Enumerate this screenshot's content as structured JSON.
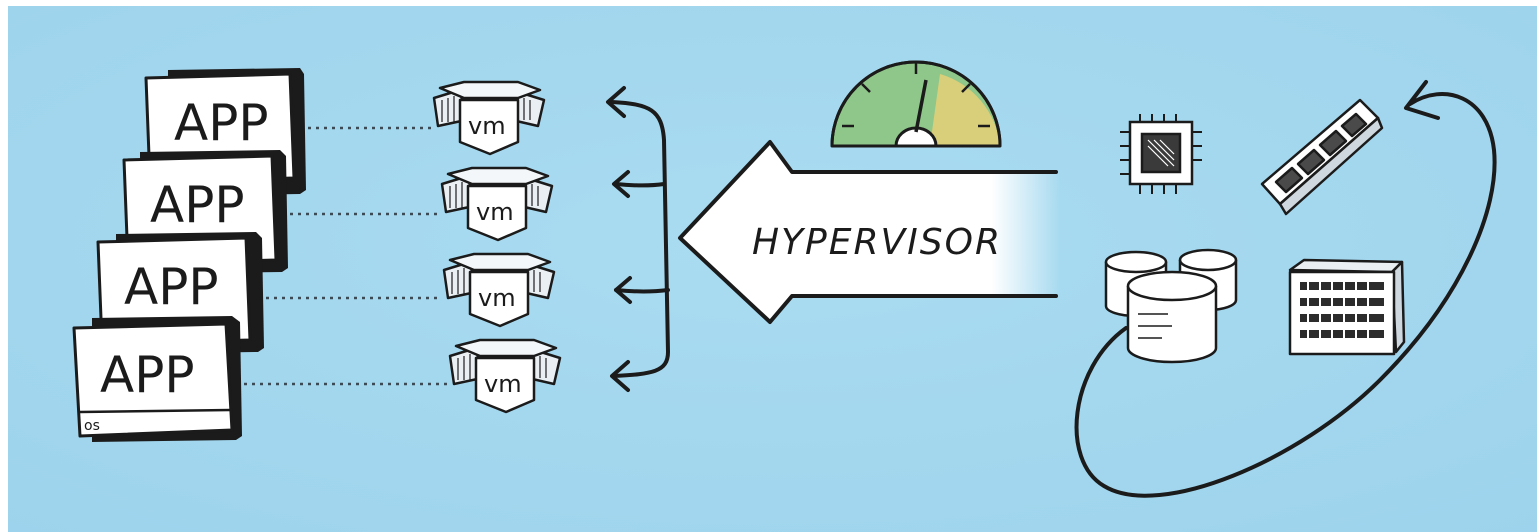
{
  "apps": [
    {
      "label": "APP"
    },
    {
      "label": "APP"
    },
    {
      "label": "APP"
    },
    {
      "label": "APP"
    }
  ],
  "os_label": "os",
  "vms": [
    {
      "label": "vm"
    },
    {
      "label": "vm"
    },
    {
      "label": "vm"
    },
    {
      "label": "vm"
    }
  ],
  "hypervisor": {
    "label": "HYPERVISOR"
  },
  "colors": {
    "background": "#a3d8ef",
    "ink": "#1b1b1b",
    "paper": "#ffffff",
    "gauge_green": "#8fc68a",
    "gauge_yellow": "#d9cf7a"
  }
}
